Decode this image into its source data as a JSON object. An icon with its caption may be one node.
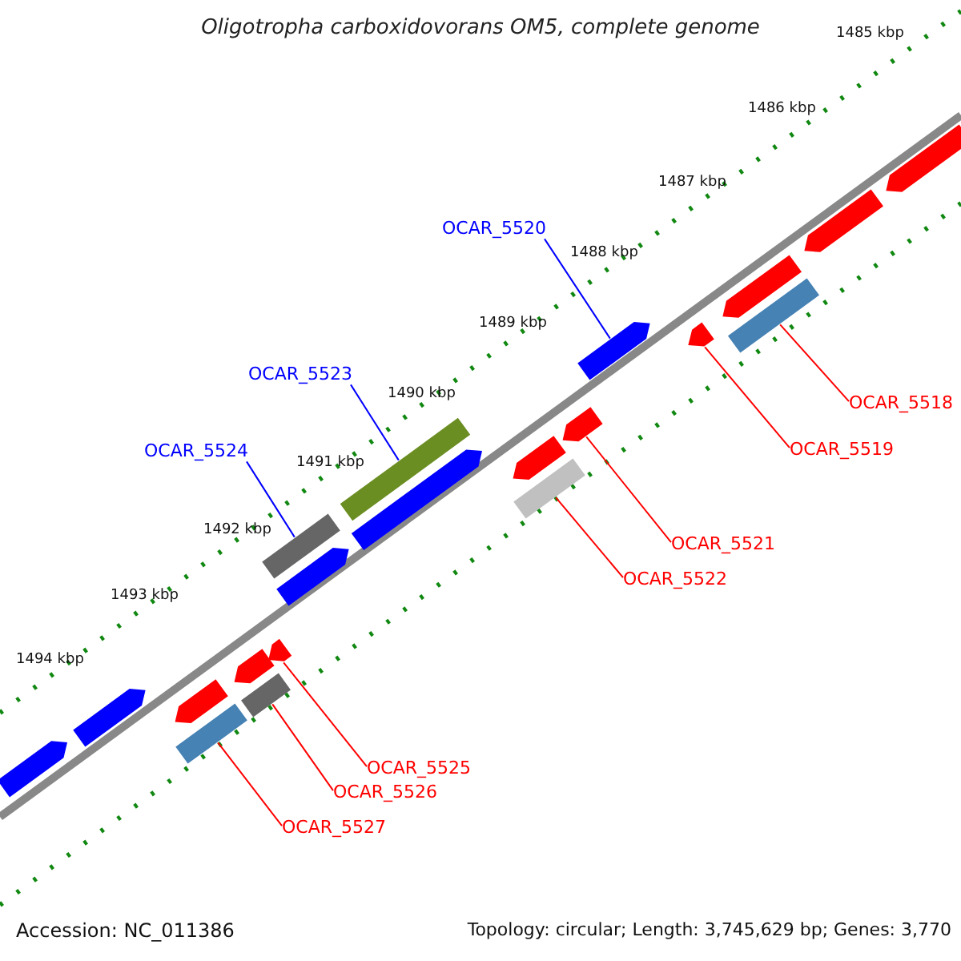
{
  "diagram": {
    "title": "Oligotropha carboxidovorans OM5, complete genome",
    "nodes": [
      {
        "text": [
          "OCAR_5520"
        ]
      },
      {
        "text": [
          "OCAR_5523"
        ]
      },
      {
        "text": [
          "OCAR_5524"
        ]
      },
      {
        "text": [
          "OCAR_5518"
        ]
      },
      {
        "text": [
          "OCAR_5519"
        ]
      },
      {
        "text": [
          "OCAR_5521"
        ]
      },
      {
        "text": [
          "OCAR_5522"
        ]
      },
      {
        "text": [
          "OCAR_5525"
        ]
      },
      {
        "text": [
          "OCAR_5526"
        ]
      },
      {
        "text": [
          "OCAR_5527"
        ]
      },
      {
        "text": [],
        "shape": "bar"
      },
      {
        "text": [],
        "shape": "bar"
      },
      {
        "text": [],
        "shape": "bar"
      },
      {
        "text": [],
        "shape": "bar"
      },
      {
        "text": [],
        "shape": "bar"
      },
      {
        "text": [],
        "shape": "bar"
      },
      {
        "text": [],
        "shape": "bar"
      },
      {
        "text": [],
        "shape": "bar"
      },
      {
        "text": [],
        "shape": "bar"
      },
      {
        "text": [],
        "shape": "bar"
      },
      {
        "text": [],
        "shape": "bar"
      },
      {
        "text": [],
        "shape": "bar"
      },
      {
        "text": [],
        "shape": "bar"
      },
      {
        "text": [],
        "shape": "bar"
      },
      {
        "text": [],
        "shape": "bar"
      },
      {
        "text": [],
        "shape": "bar"
      },
      {
        "text": [],
        "shape": "bar"
      },
      {
        "text": [],
        "shape": "bar"
      },
      {
        "text": [],
        "shape": "bar"
      },
      {
        "text": [],
        "shape": "bar"
      }
    ],
    "edges": [
      {
        "from": 0,
        "to": 10,
        "arrow": "none",
        "color": "#0000ff"
      },
      {
        "from": 1,
        "to": 11,
        "arrow": "none",
        "color": "#0000ff"
      },
      {
        "from": 2,
        "to": 12,
        "arrow": "none",
        "color": "#0000ff"
      },
      {
        "from": 3,
        "to": 13,
        "arrow": "none"
      },
      {
        "from": 4,
        "to": 14,
        "arrow": "none"
      },
      {
        "from": 5,
        "to": 15,
        "arrow": "none"
      },
      {
        "from": 6,
        "to": 16,
        "arrow": "none"
      },
      {
        "from": 7,
        "to": 17,
        "arrow": "none"
      },
      {
        "from": 8,
        "to": 18,
        "arrow": "none"
      },
      {
        "from": 9,
        "to": 19,
        "arrow": "none"
      }
    ],
    "labels": [
      "1485 kbp",
      "1486 kbp",
      "1487 kbp",
      "1488 kbp",
      "1489 kbp",
      "1490 kbp",
      "1491 kbp",
      "1492 kbp",
      "1493 kbp",
      "1494 kbp",
      "Accession: NC_011386",
      "Topology: circular; Length: 3,745,629 bp; Genes: 3,770"
    ]
  }
}
